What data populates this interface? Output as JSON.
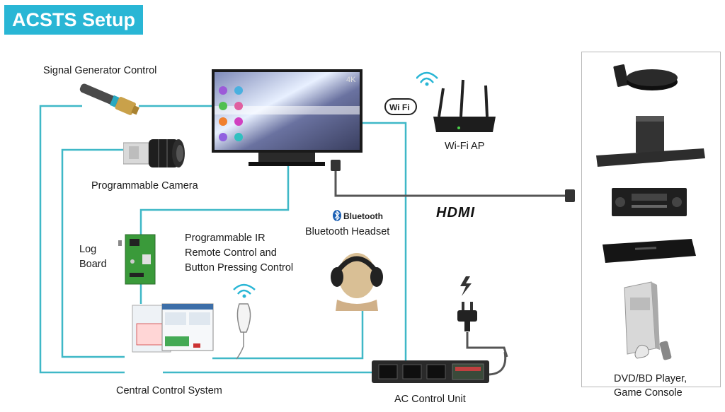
{
  "title": "ACSTS Setup",
  "labels": {
    "signal_generator": "Signal Generator Control",
    "camera": "Programmable Camera",
    "wifi_ap": "Wi-Fi AP",
    "log_board_1": "Log",
    "log_board_2": "Board",
    "ir_remote_1": "Programmable IR",
    "ir_remote_2": "Remote Control and",
    "ir_remote_3": "Button Pressing Control",
    "bluetooth_headset": "Bluetooth Headset",
    "central_control": "Central Control System",
    "ac_control": "AC Control Unit",
    "players_1": "DVD/BD Player,",
    "players_2": "Game Console"
  },
  "logos": {
    "bluetooth": "Bluetooth",
    "hdmi": "HDMI",
    "wifi": "Wi Fi",
    "tv_corner": "4K"
  },
  "colors": {
    "accent": "#29b6d5",
    "wire": "#3fb8c7",
    "hdmi_cable": "#555555"
  }
}
